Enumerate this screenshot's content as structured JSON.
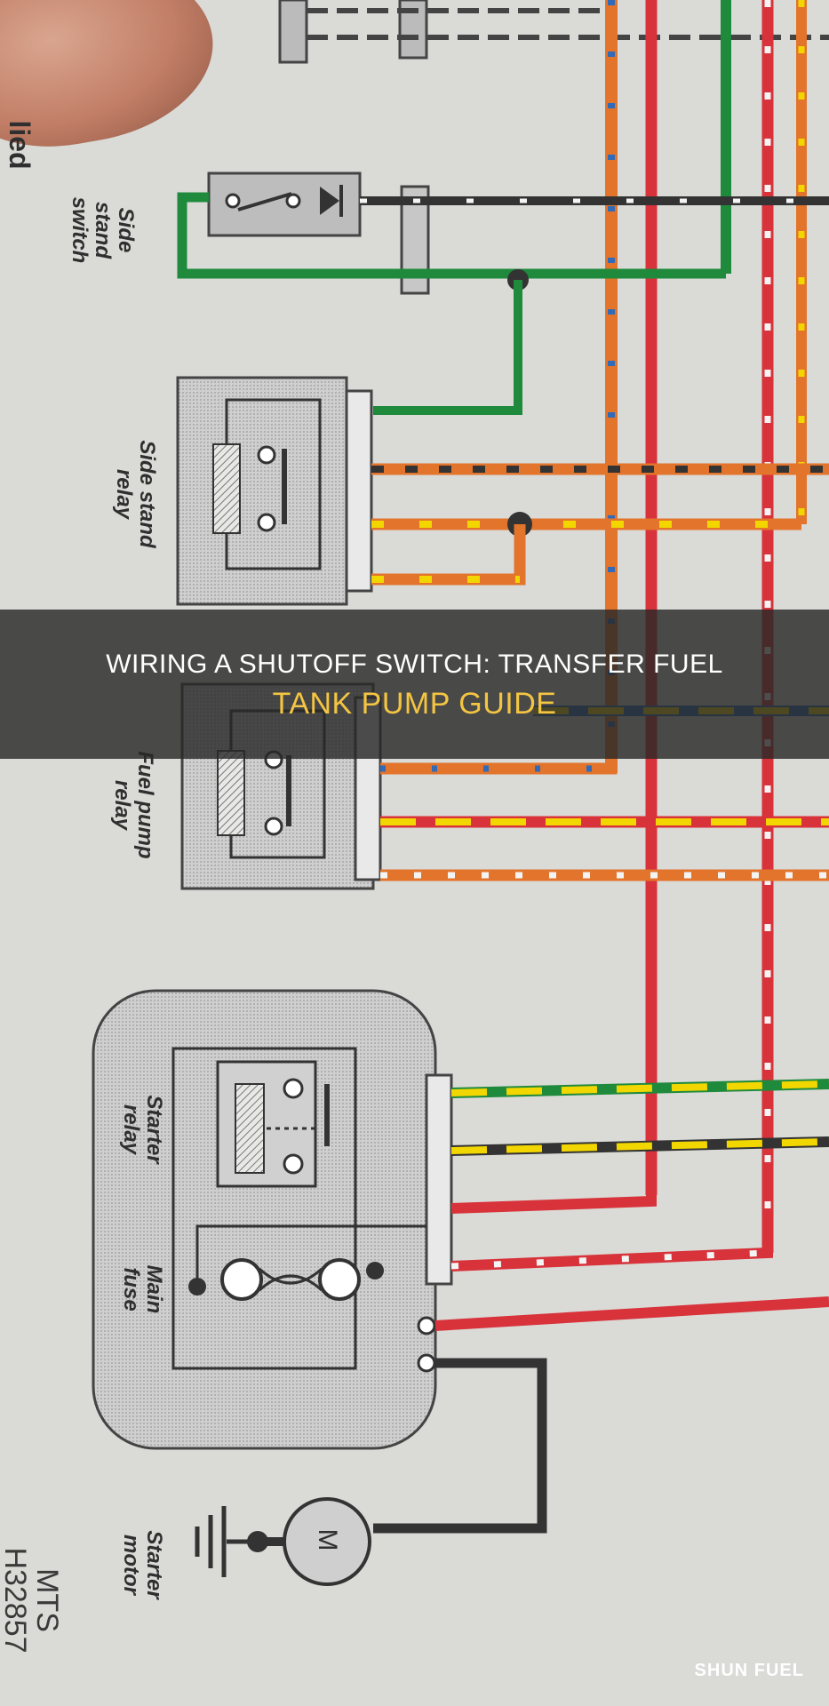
{
  "title": {
    "line1": "Wiring a Shutoff Switch: Transfer Fuel",
    "line2": "Tank Pump Guide"
  },
  "brand": "SHUN FUEL",
  "diagram": {
    "labels": {
      "side_stand_switch": "Side\nstand\nswitch",
      "side_stand_relay": "Side stand\nrelay",
      "fuel_pump_relay": "Fuel pump\nrelay",
      "starter_relay": "Starter\nrelay",
      "main_fuse": "Main\nfuse",
      "starter_motor": "Starter\nmotor",
      "motor_symbol": "M",
      "drawing_code": "MTS\nH32857",
      "partial_word": "lied"
    }
  },
  "colors": {
    "wire_red": "#d8323a",
    "wire_green": "#1f8a3c",
    "wire_orange": "#e3742c",
    "wire_yellow": "#f2d600",
    "wire_black": "#333333",
    "wire_blue": "#2f6bb8",
    "title_accent": "#f4c542"
  }
}
